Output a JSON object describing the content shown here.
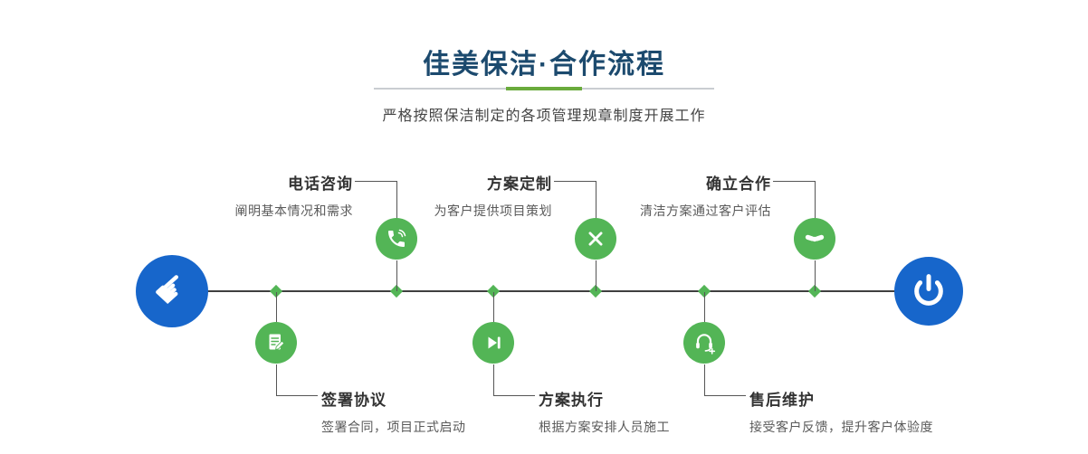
{
  "header": {
    "title": "佳美保洁·合作流程",
    "subtitle": "严格按照保洁制定的各项管理规章制度开展工作"
  },
  "flow": {
    "start_icon": "pointing-hand-icon",
    "end_icon": "power-icon",
    "colors": {
      "title_blue": "#1c4a6e",
      "node_blue": "#1766cb",
      "step_green": "#53b556",
      "divider_accent_green": "#6aab3c",
      "line_dark": "#3f3f3f"
    },
    "steps": [
      {
        "title": "电话咨询",
        "desc": "阐明基本情况和需求",
        "icon": "phone-icon",
        "position": "top"
      },
      {
        "title": "签署协议",
        "desc": "签署合同，项目正式启动",
        "icon": "contract-icon",
        "position": "bottom"
      },
      {
        "title": "方案定制",
        "desc": "为客户提供项目策划",
        "icon": "design-tools-icon",
        "position": "top"
      },
      {
        "title": "方案执行",
        "desc": "根据方案安排人员施工",
        "icon": "play-icon",
        "position": "bottom"
      },
      {
        "title": "确立合作",
        "desc": "清洁方案通过客户评估",
        "icon": "handshake-icon",
        "position": "top"
      },
      {
        "title": "售后维护",
        "desc": "接受客户反馈，提升客户体验度",
        "icon": "headset-icon",
        "position": "bottom"
      }
    ]
  }
}
